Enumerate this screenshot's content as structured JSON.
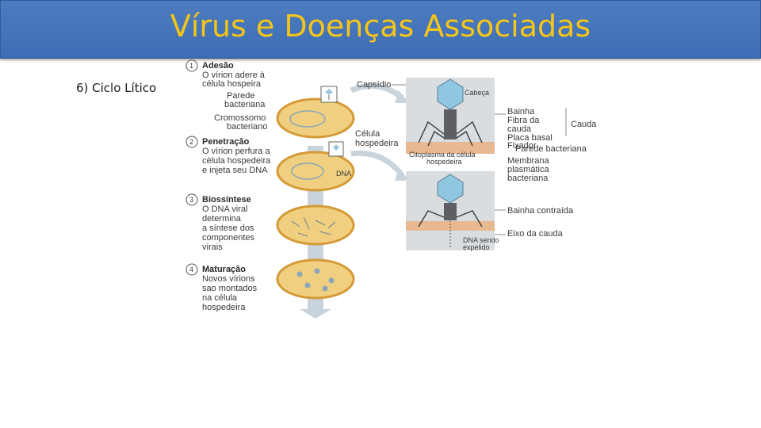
{
  "slide": {
    "title": "Vírus e Doenças Associadas",
    "subtitle": "6) Ciclo Lítico"
  },
  "figure": {
    "steps": [
      {
        "num": "1",
        "heading": "Adesão",
        "lines": [
          "O vírion adere à",
          "célula hospeira"
        ]
      },
      {
        "num": "2",
        "heading": "Penetração",
        "lines": [
          "O vírion perfura a",
          "célula hospedeira",
          "e injeta seu DNA"
        ]
      },
      {
        "num": "3",
        "heading": "Biossíntese",
        "lines": [
          "O DNA viral",
          "determina",
          "a síntese dos",
          "componentes",
          "virais"
        ]
      },
      {
        "num": "4",
        "heading": "Maturação",
        "lines": [
          "Novos vírions",
          "sao montados",
          "na célula",
          "hospedeira"
        ]
      }
    ],
    "labels": {
      "parede_1": "Parede",
      "parede_2": "bacteriana",
      "cromossomo_1": "Cromossomo",
      "cromossomo_2": "bacteriano",
      "celula_1": "Célula",
      "celula_2": "hospedeira",
      "dna": "DNA",
      "capsidio": "Capsídio",
      "cabeca": "Cabeça",
      "bainha": "Bainha",
      "fibra_1": "Fibra da",
      "fibra_2": "cauda",
      "placa": "Placa basal",
      "fixador": "Fixador",
      "cauda": "Cauda",
      "parede_bact": "Parede bacteriana",
      "citoplasma_1": "Citoplasma da célula",
      "citoplasma_2": "hospedeira",
      "membrana_1": "Membrana",
      "membrana_2": "plasmática",
      "membrana_3": "bacteriana",
      "bainha_contraida": "Bainha contraída",
      "eixo": "Eixo da cauda",
      "dna_sendo_1": "DNA sendo",
      "dna_sendo_2": "expelido"
    }
  }
}
